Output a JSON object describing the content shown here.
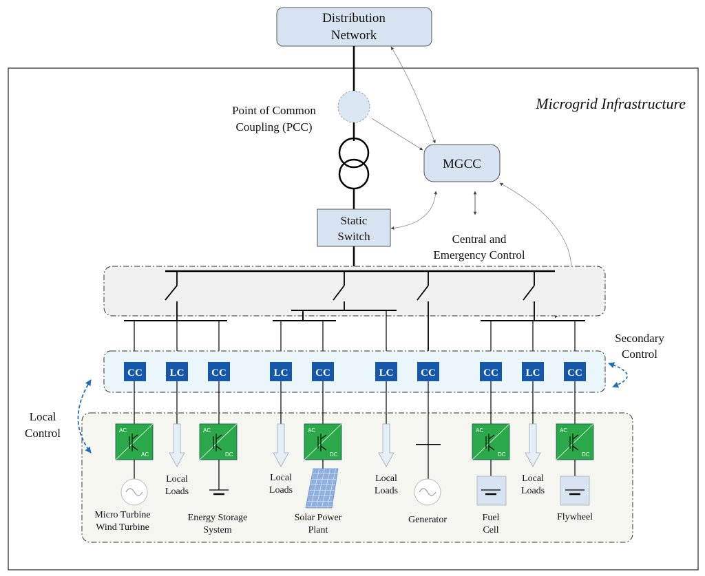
{
  "distribution_network": [
    "Distribution",
    "Network"
  ],
  "pcc_label": [
    "Point of Common",
    "Coupling (PCC)"
  ],
  "mgcc_label": "MGCC",
  "static_switch": [
    "Static",
    "Switch"
  ],
  "central_control": [
    "Central and",
    "Emergency Control"
  ],
  "infrastructure_title": "Microgrid Infrastructure",
  "secondary_control": [
    "Secondary",
    "Control"
  ],
  "local_control": [
    "Local",
    "Control"
  ],
  "controllers": [
    "CC",
    "LC",
    "CC",
    "LC",
    "CC",
    "LC",
    "CC",
    "CC",
    "LC",
    "CC"
  ],
  "converter_labels": {
    "ac": "AC",
    "dc": "DC"
  },
  "loads_label": [
    "Local",
    "Loads"
  ],
  "sources": {
    "micro_turbine": [
      "Micro Turbine",
      "Wind Turbine"
    ],
    "energy_storage": [
      "Energy Storage",
      "System"
    ],
    "solar": [
      "Solar Power",
      "Plant"
    ],
    "generator": "Generator",
    "fuel_cell": [
      "Fuel",
      "Cell"
    ],
    "flywheel": "Flywheel"
  },
  "colors": {
    "controller_blue": "#1557a8",
    "converter_green": "#2aa84a",
    "box_fill": "#d7e3f1",
    "band_fill": "#eef7fa",
    "region_fill": "#f4f6ef",
    "arrow_blue": "#1f6fb8"
  }
}
